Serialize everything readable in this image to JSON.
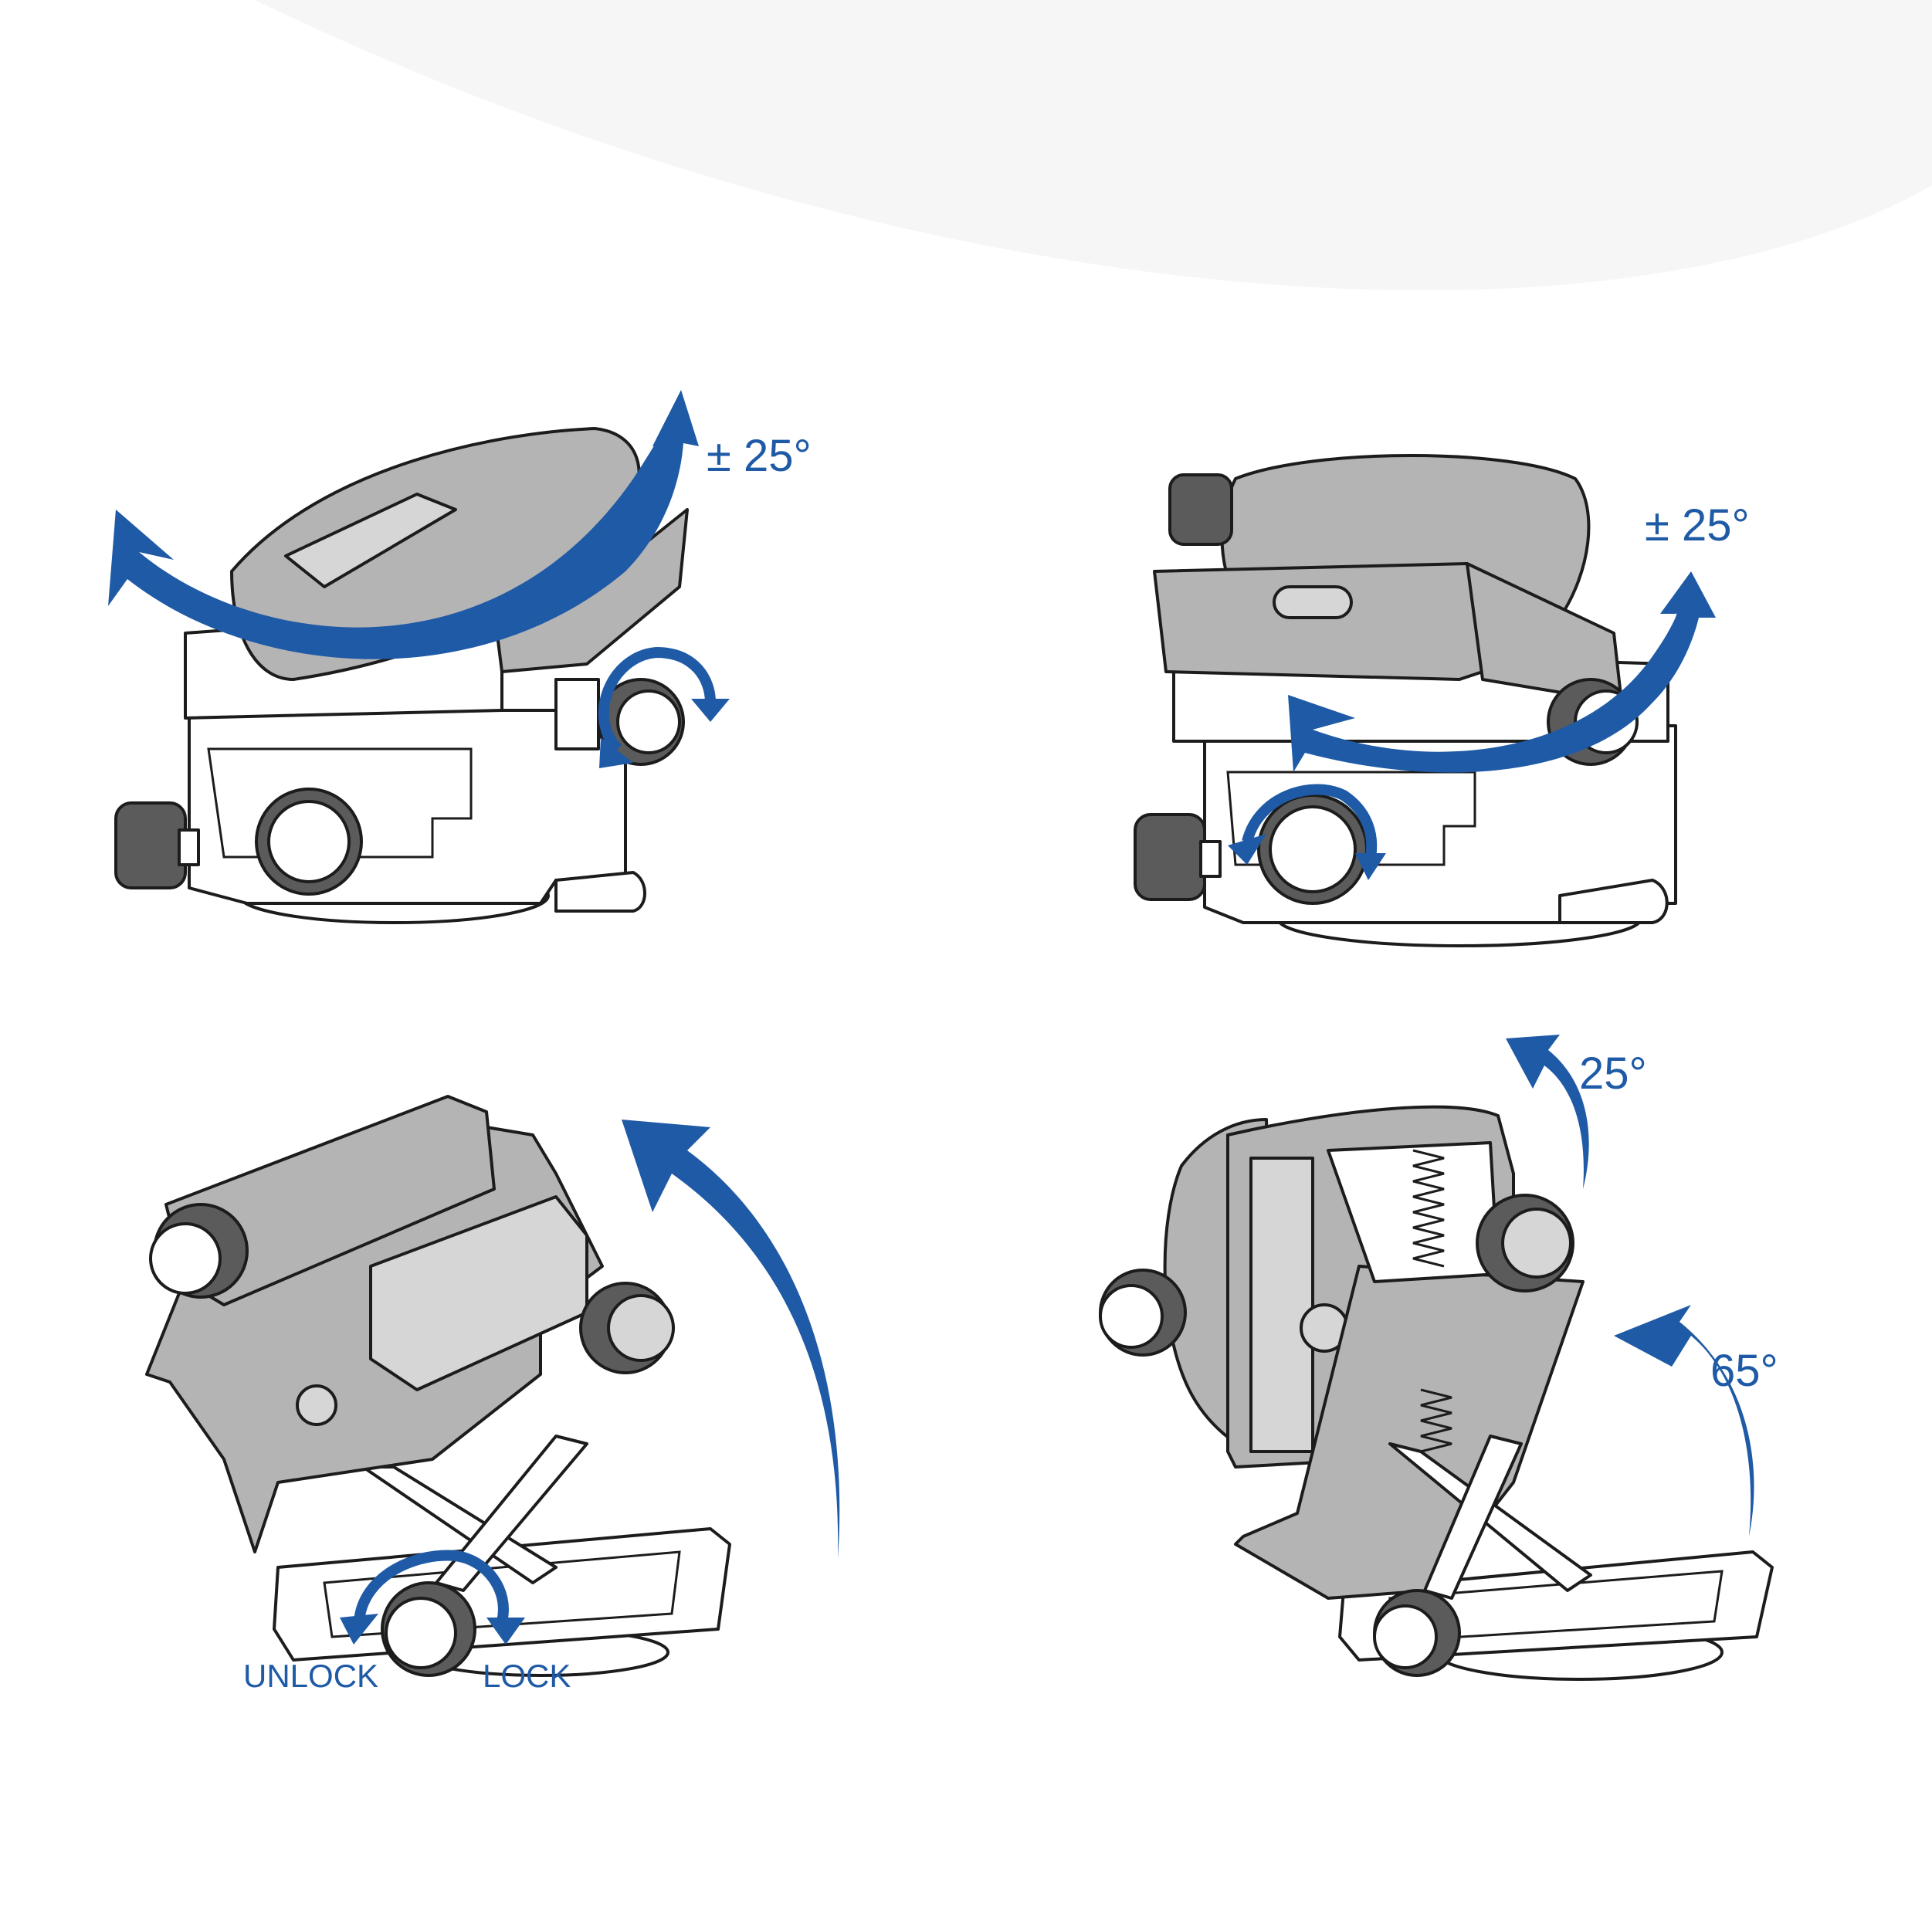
{
  "colors": {
    "accent": "#1f5aa6",
    "body_grey": "#b4b4b4",
    "line": "#1c1c1c",
    "background": "#ffffff"
  },
  "panels": {
    "top_left": {
      "angle_label": "± 25°"
    },
    "top_right": {
      "angle_label": "± 25°"
    },
    "bottom_left": {
      "unlock_label": "UNLOCK",
      "lock_label": "LOCK"
    },
    "bottom_right": {
      "angle_upper_label": "25°",
      "angle_lower_label": "65°"
    }
  },
  "icons": [
    "rotation-arrow-icon",
    "tilt-arrow-icon",
    "lock-knob-icon"
  ]
}
